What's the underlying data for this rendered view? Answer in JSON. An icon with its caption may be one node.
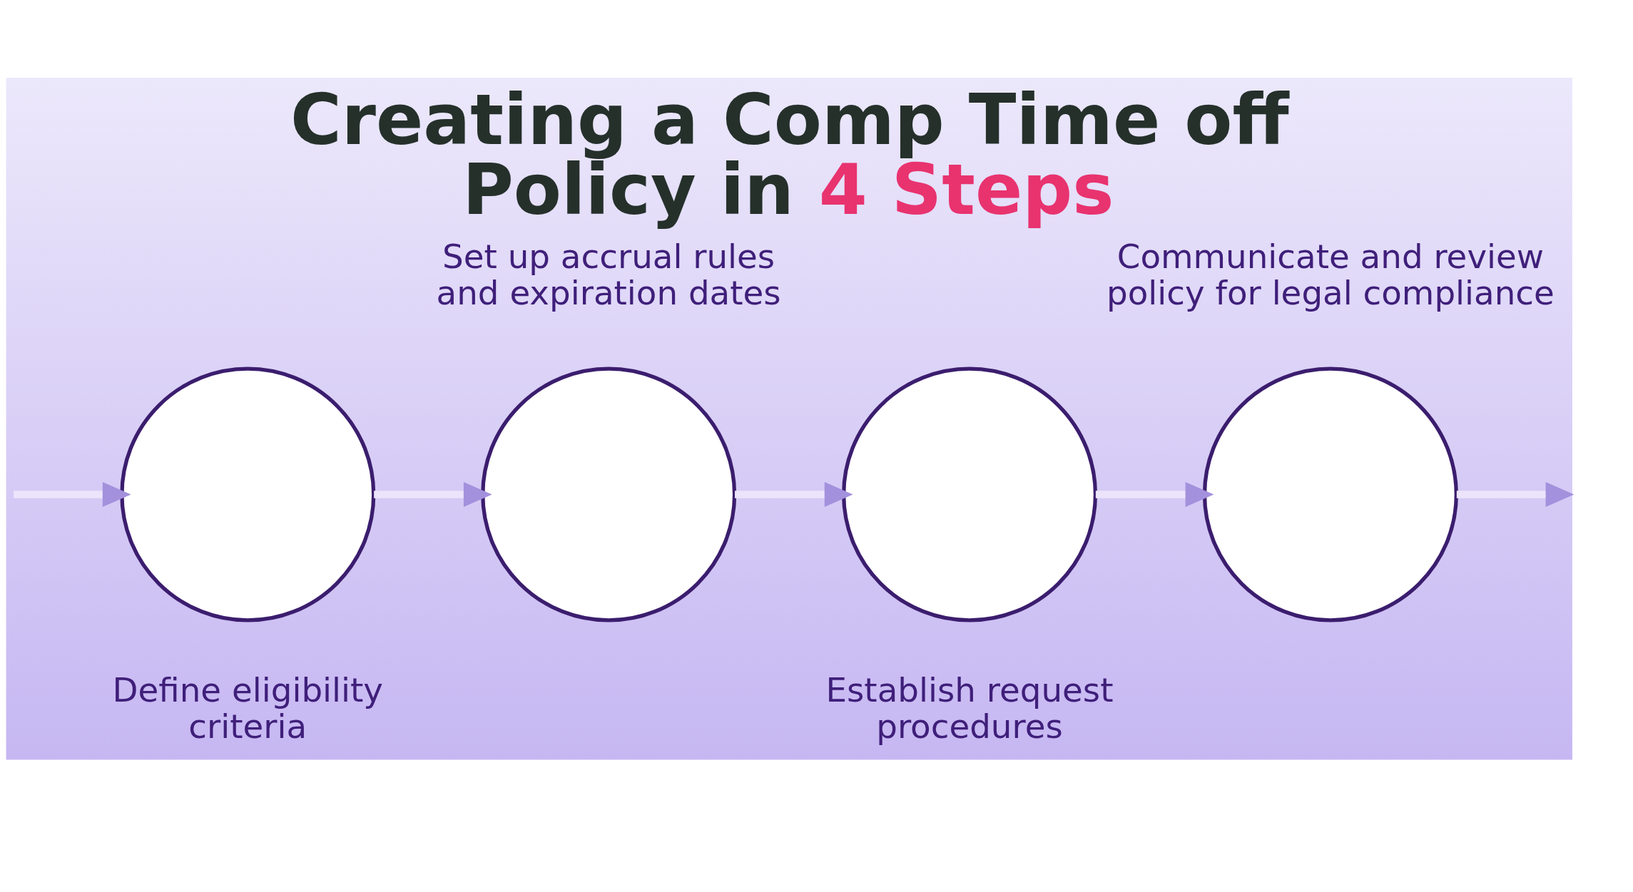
{
  "diagram": {
    "title": "Creating a Comp Time off Policy in 4 Steps",
    "nodes": [
      {
        "text": [],
        "shape": "circle",
        "beside": [
          "Define eligibility criteria"
        ]
      },
      {
        "text": [],
        "shape": "circle",
        "beside": [
          "Set up accrual rules and expiration dates"
        ]
      },
      {
        "text": [],
        "shape": "circle",
        "beside": [
          "Establish request procedures"
        ]
      },
      {
        "text": [],
        "shape": "circle",
        "beside": [
          "Communicate and review policy for legal compliance"
        ]
      }
    ],
    "edges": [
      {
        "from": null,
        "to": 0,
        "arrow": "to"
      },
      {
        "from": 0,
        "to": 1,
        "arrow": "to"
      },
      {
        "from": 1,
        "to": 2,
        "arrow": "to"
      },
      {
        "from": 2,
        "to": 3,
        "arrow": "to"
      },
      {
        "from": 3,
        "to": null,
        "arrow": "to"
      }
    ]
  }
}
